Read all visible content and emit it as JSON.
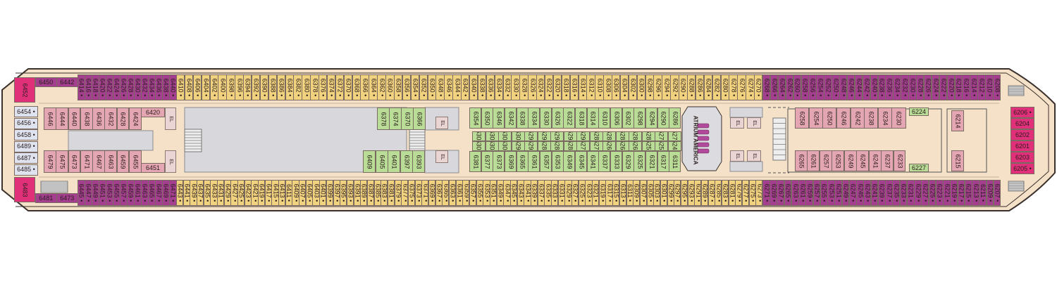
{
  "colors": {
    "deck_outline": "#3a302c",
    "deck_floor": "#f4e1c7",
    "balcony": "#a33f8e",
    "oceanview": "#f1d27f",
    "interior": "#e5a6b3",
    "interior_green": "#b9dc96",
    "suite": "#e0307a",
    "public_gray": "#d8d8dc",
    "atrium_gray": "#dcdce0"
  },
  "deck": {
    "top_row_fwd": [
      "6208",
      "6210",
      "6212",
      "6214",
      "6216",
      "6218",
      "6220",
      "6222",
      "6224",
      "6226",
      "6228",
      "6230",
      "6232",
      "6234",
      "6236",
      "6238",
      "6240",
      "6242",
      "6244",
      "6246",
      "6248",
      "6250",
      "6252",
      "6254",
      "6256",
      "6258",
      "6260",
      "6262",
      "6264",
      "6266",
      "6268"
    ],
    "top_row_mid": [
      "6270",
      "6274",
      "6276",
      "6278",
      "6280",
      "6282",
      "6284",
      "6286",
      "6288",
      "6290",
      "6292",
      "6294",
      "6296",
      "6298",
      "6300",
      "6302",
      "6304",
      "6306",
      "6308",
      "6310",
      "6312",
      "6314",
      "6316",
      "6318",
      "6320",
      "6322",
      "6324",
      "6326",
      "6328",
      "6330",
      "6332",
      "6334",
      "6336",
      "6338",
      "6340",
      "6342",
      "6344",
      "6346",
      "6348",
      "6350",
      "6352",
      "6354",
      "6356",
      "6358",
      "6360",
      "6362",
      "6364",
      "6366",
      "6368",
      "6370",
      "6372",
      "6374",
      "6376",
      "6378",
      "6380",
      "6382",
      "6384",
      "6386",
      "6388",
      "6390",
      "6392",
      "6394",
      "6396",
      "6398",
      "6400",
      "6402",
      "6404",
      "6406",
      "6408",
      "6410"
    ],
    "top_row_aft": [
      "6414",
      "6416",
      "6418",
      "6420",
      "6422",
      "6424",
      "6426",
      "6428",
      "6430",
      "6432",
      "6434",
      "6436",
      "6438",
      "6440"
    ],
    "corner_top": [
      "6450",
      "6442"
    ],
    "corner_bottom": [
      "6481",
      "6473"
    ],
    "suite_top": "6452",
    "suite_bottom": "6483",
    "aft_end": [
      "6454",
      "6456",
      "6458",
      "6489",
      "6487",
      "6485"
    ],
    "bottom_row_fwd": [
      "6207",
      "6209",
      "6211",
      "6213",
      "6215",
      "6217",
      "6219",
      "6221",
      "6223",
      "6225",
      "6227",
      "6229",
      "6231",
      "6233",
      "6235",
      "6237",
      "6239",
      "6241",
      "6243",
      "6245",
      "6247",
      "6249",
      "6251",
      "6253",
      "6255",
      "6257",
      "6259",
      "6261",
      "6263",
      "6265",
      "6267",
      "6269",
      "6271"
    ],
    "bottom_row_mid": [
      "6273",
      "6275",
      "6277",
      "6279",
      "6281",
      "6283",
      "6285",
      "6287",
      "6289",
      "6291",
      "6293",
      "6295",
      "6297",
      "6299",
      "6301",
      "6303",
      "6305",
      "6307",
      "6309",
      "6311",
      "6313",
      "6315",
      "6317",
      "6319",
      "6321",
      "6323",
      "6325",
      "6327",
      "6329",
      "6331",
      "6333",
      "6335",
      "6337",
      "6339",
      "6341",
      "6343",
      "6345",
      "6347",
      "6349",
      "6351",
      "6353",
      "6355",
      "6357",
      "6359",
      "6361",
      "6363",
      "6365",
      "6367",
      "6369",
      "6371",
      "6373",
      "6375",
      "6377",
      "6379",
      "6381",
      "6383",
      "6385",
      "6387",
      "6389",
      "6391",
      "6393",
      "6395",
      "6397",
      "6399",
      "6401",
      "6403",
      "6405",
      "6407",
      "6409",
      "6411",
      "6413",
      "6415",
      "6417",
      "6419",
      "6421",
      "6423",
      "6425",
      "6427",
      "6429",
      "6431",
      "6433",
      "6435",
      "6437",
      "6439",
      "6441",
      "6443"
    ],
    "bottom_row_aft": [
      "6445",
      "6447",
      "6449",
      "6451",
      "6453",
      "6455",
      "6457",
      "6459",
      "6461",
      "6463",
      "6465",
      "6467",
      "6469",
      "6471"
    ],
    "aft_int_top": [
      "6446",
      "6444",
      "6440",
      "6438",
      "6436",
      "6432",
      "6428",
      "6424"
    ],
    "aft_int_top_label": "6420",
    "aft_int_bottom": [
      "6479",
      "6475",
      "6473",
      "6471",
      "6467",
      "6463",
      "6459",
      "6455"
    ],
    "aft_int_bottom_label": "6451",
    "mid_int_top": [
      "6378",
      "6374",
      "6370",
      "6366"
    ],
    "mid_int_bottom": [
      "6409",
      "6405",
      "6401",
      "6397",
      "6393"
    ],
    "center_top_row": [
      "6354",
      "6350",
      "6346",
      "6342",
      "6338",
      "6334",
      "6330",
      "6326",
      "6322",
      "6318",
      "6314",
      "6310",
      "6306",
      "6302",
      "6298",
      "6294",
      "6290",
      "6286"
    ],
    "center_inner_top": [
      "6307",
      "6305",
      "6303",
      "6301",
      "6299",
      "6297",
      "6295",
      "6293",
      "6291",
      "6289",
      "6287",
      "6285",
      "6283",
      "6281",
      "6279",
      "6277"
    ],
    "center_inner_bottom": [
      "6308",
      "6304",
      "6300",
      "6296",
      "6292",
      "6288",
      "6284",
      "6280",
      "6276",
      "6272",
      "6268",
      "6264",
      "6260",
      "6256",
      "6252",
      "6248"
    ],
    "center_bottom_row": [
      "6381",
      "6377",
      "6373",
      "6369",
      "6365",
      "6361",
      "6357",
      "6353",
      "6349",
      "6345",
      "6341",
      "6337",
      "6333",
      "6329",
      "6325",
      "6321",
      "6317",
      "6311"
    ],
    "fwd_int_top": [
      "6258",
      "6254",
      "6250",
      "6246",
      "6242",
      "6238",
      "6234",
      "6230"
    ],
    "fwd_int_top_label": "6224",
    "fwd_int_bottom": [
      "6265",
      "6261",
      "6257",
      "6253",
      "6249",
      "6245",
      "6241",
      "6237",
      "6233"
    ],
    "fwd_int_bottom_label": "6227",
    "fwd_pair_top": "6214",
    "fwd_pair_bottom": "6215",
    "bow": [
      "6206",
      "6204",
      "6202",
      "6201",
      "6203",
      "6205"
    ],
    "atrium_label": "ATRIUM AMERICA",
    "el_label": "EL"
  }
}
